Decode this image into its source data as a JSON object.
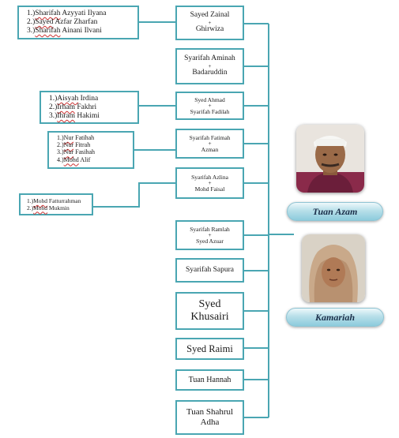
{
  "parents": [
    {
      "name": "Tuan Azam"
    },
    {
      "name": "Kamariah"
    }
  ],
  "siblings": [
    {
      "line1": "Sayed Zainal",
      "plus": "+",
      "line2": "Ghirwiza"
    },
    {
      "line1": "Syarifah Aminah",
      "plus": "+",
      "line2": "Badaruddin"
    },
    {
      "line1": "Syed Ahmad",
      "plus": "+",
      "line2": "Syarifah Fadilah"
    },
    {
      "line1": "Syarifah Fatimah",
      "plus": "+",
      "line2": "Azman"
    },
    {
      "line1": "Syarifah Azlina",
      "plus": "+",
      "line2": "Mohd Faisal"
    },
    {
      "line1": "Syarifah Ramlah",
      "plus": "+",
      "line2": "Syed Azuar"
    },
    {
      "line1": "Syarifah Sapura"
    },
    {
      "line1": "Syed",
      "line2": "Khusairi"
    },
    {
      "line1": "Syed Raimi"
    },
    {
      "line1": "Tuan Hannah"
    },
    {
      "line1": "Tuan Shahrul",
      "line2": "Adha"
    }
  ],
  "children_groups": [
    {
      "of": 0,
      "items": [
        {
          "num": "1.)",
          "name": "Sharifah",
          "rest": " Azyyati Ilyana"
        },
        {
          "num": "2.)",
          "name": "Sayed",
          "rest": " Azfar Zharfan"
        },
        {
          "num": "3.)",
          "name": "Sharifah",
          "rest": " Ainani Ilvani"
        }
      ]
    },
    {
      "of": 2,
      "items": [
        {
          "num": "1.)",
          "name": "Aisyah",
          "rest": " Irdina"
        },
        {
          "num": "2.)",
          "name": "Irham",
          "rest": " Fakhri"
        },
        {
          "num": "3.)",
          "name": "Ihram",
          "rest": " Hakimi"
        }
      ]
    },
    {
      "of": 3,
      "items": [
        {
          "num": "1.)",
          "name": "Nur",
          "rest": " Fatihah"
        },
        {
          "num": "2.)",
          "name": "Nur",
          "rest": " Fitrah"
        },
        {
          "num": "3.)",
          "name": "Nur",
          "rest": " Fasihah"
        },
        {
          "num": "4.)",
          "name": "Mohd",
          "rest": " Alif"
        }
      ]
    },
    {
      "of": 4,
      "items": [
        {
          "num": "1.)",
          "name": "Mohd",
          "rest": " Fatturrahman"
        },
        {
          "num": "2.)",
          "name": "Mohd",
          "rest": " Mukmin"
        }
      ]
    }
  ],
  "colors": {
    "line": "#4aa6b2"
  }
}
